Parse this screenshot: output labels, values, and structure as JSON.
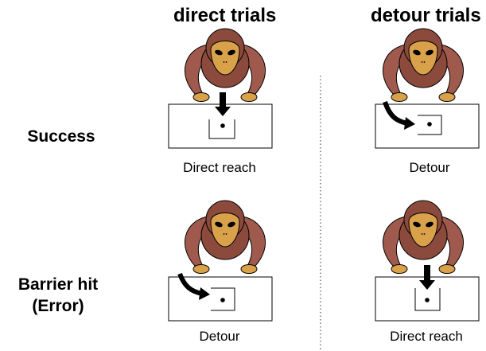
{
  "columns": {
    "direct": "direct trials",
    "detour": "detour trials"
  },
  "rows": {
    "success": "Success",
    "barrier_line1": "Barrier hit",
    "barrier_line2": "(Error)"
  },
  "captions": {
    "direct_success": "Direct reach",
    "detour_success": "Detour",
    "direct_error": "Detour",
    "detour_error": "Direct reach"
  },
  "colors": {
    "fur": "#8c4a3c",
    "arm": "#a05a4d",
    "face": "#d9a24a",
    "hand": "#d9a24a",
    "outline": "#000000"
  }
}
